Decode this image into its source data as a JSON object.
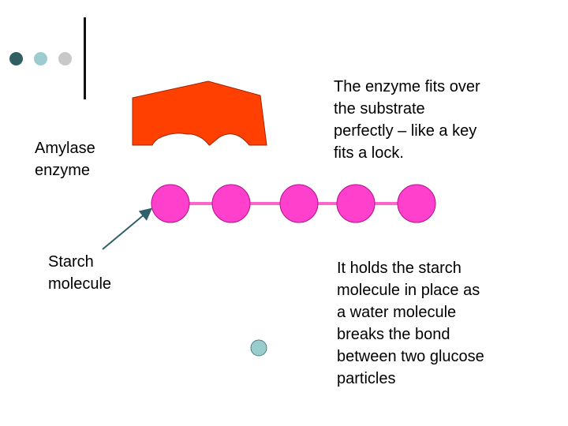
{
  "decor": {
    "bullet_colors": [
      "#2f5f63",
      "#9ccbd1",
      "#c8c8c8"
    ]
  },
  "labels": {
    "amylase": "Amylase\nenzyme",
    "starch": "Starch\nmolecule",
    "fit_text": "The enzyme fits over\nthe substrate\nperfectly – like a key\nfits a lock.",
    "hold_text": "It holds the starch\nmolecule in place as\na water molecule\nbreaks the bond\nbetween two glucose\nparticles"
  },
  "colors": {
    "enzyme": "#ff4000",
    "glucose": "#ff40cc",
    "bond": "#ff66cc",
    "water": "#99cccc",
    "pointer": "#2f5f6a"
  }
}
